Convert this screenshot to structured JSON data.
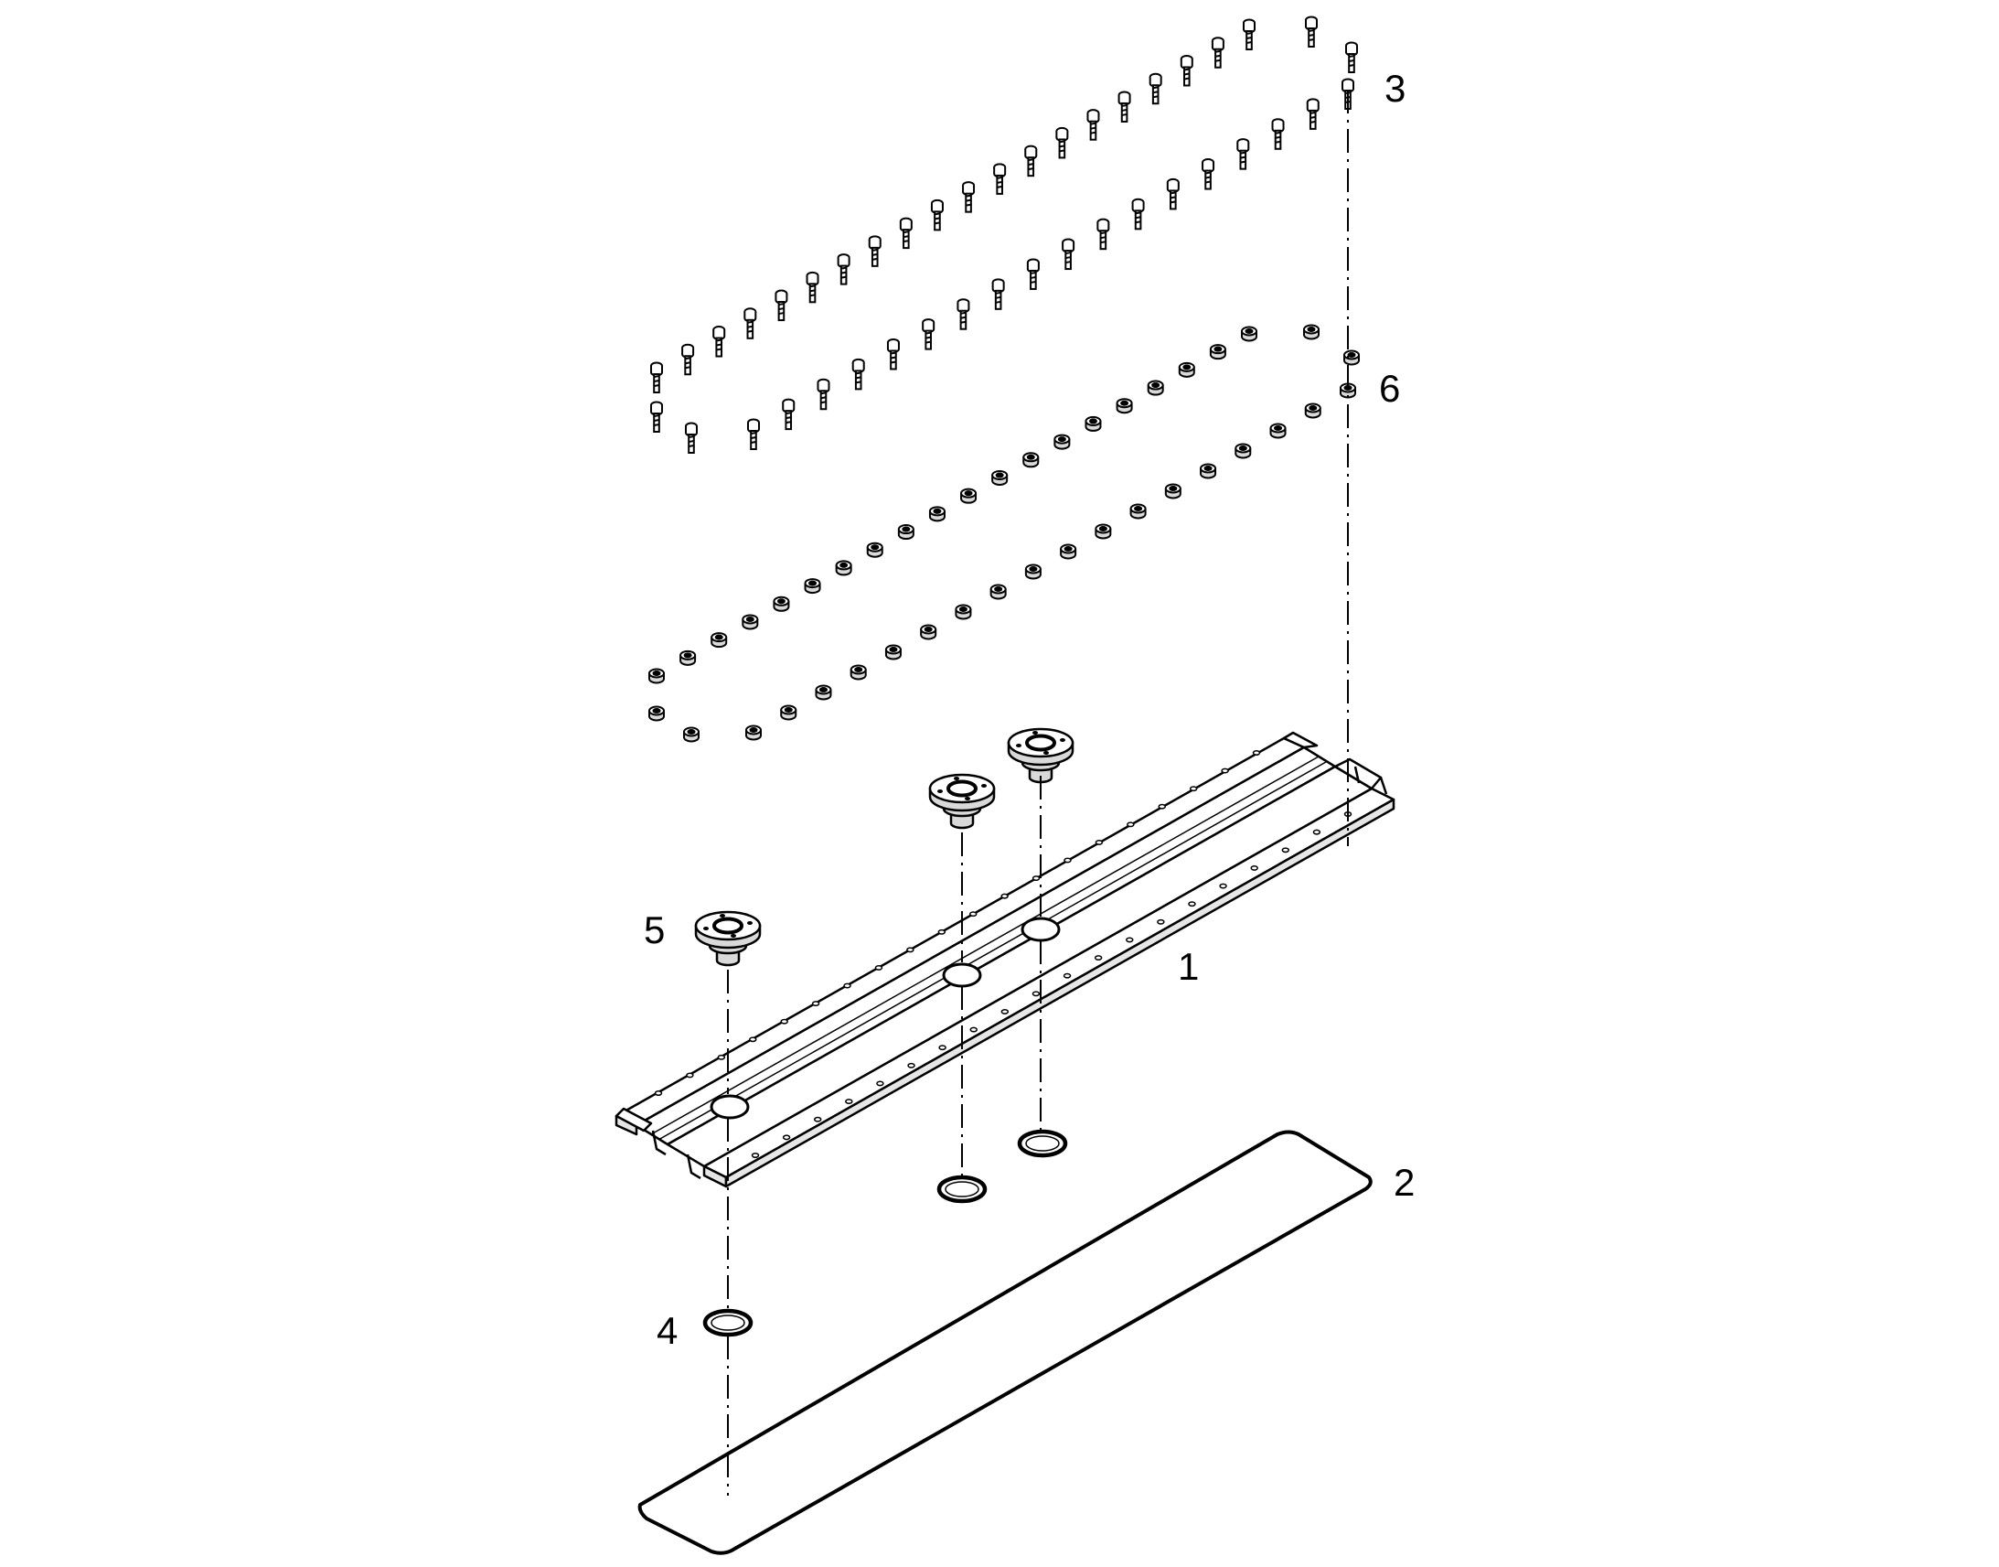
{
  "diagram": {
    "callouts": {
      "c1": "1",
      "c2": "2",
      "c3": "3",
      "c4": "4",
      "c5": "5",
      "c6": "6"
    },
    "colors": {
      "line": "#000000",
      "fill": "#ffffff",
      "shade": "#d9d9d9"
    }
  }
}
